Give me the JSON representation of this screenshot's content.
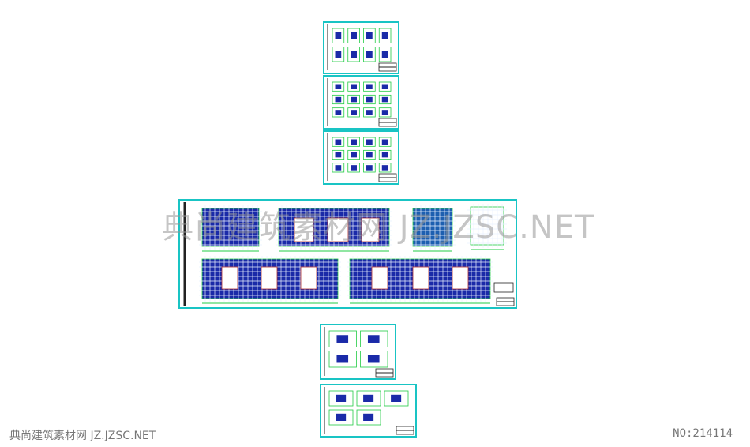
{
  "watermark": "典尚建筑素材网 JZ.JZSC.NET",
  "footer": {
    "site": "典尚建筑素材网 JZ.JZSC.NET",
    "number": "NO:214114"
  },
  "colors": {
    "frame": "#19c4c4",
    "rebar": "#22cc44",
    "panel": "#1a2aa8",
    "opening": "#b03030"
  }
}
